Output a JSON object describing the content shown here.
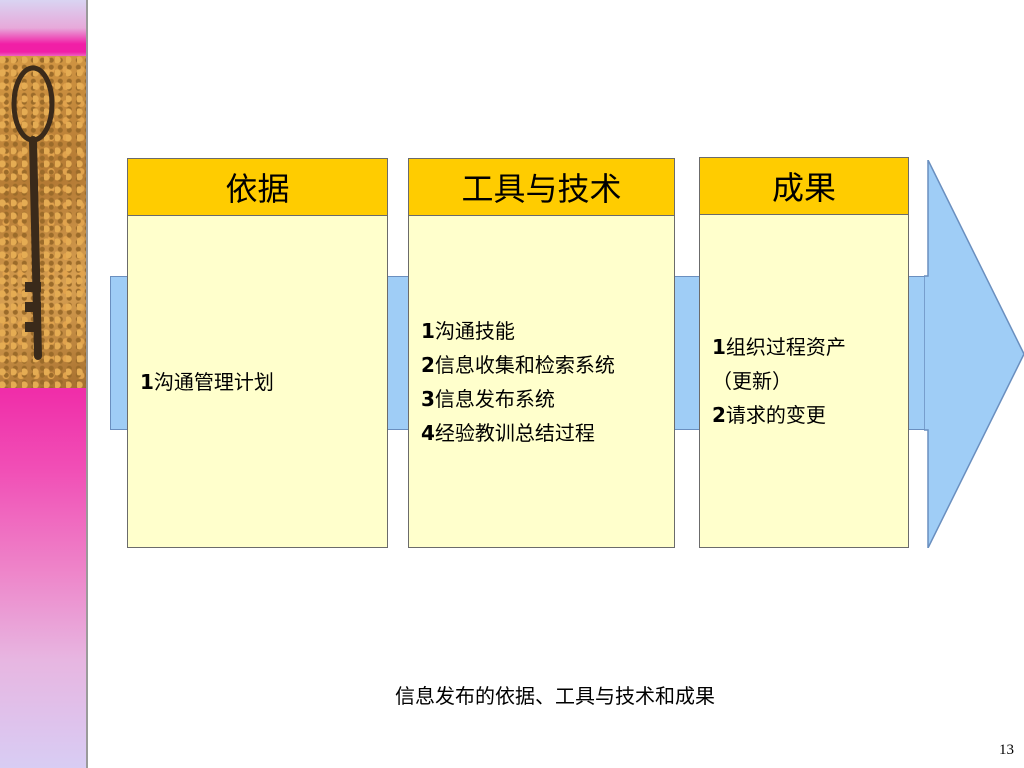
{
  "columns": [
    {
      "title": "依据",
      "items": [
        {
          "num": "1",
          "text": "沟通管理计划"
        }
      ]
    },
    {
      "title": "工具与技术",
      "items": [
        {
          "num": "1",
          "text": "沟通技能"
        },
        {
          "num": "2",
          "text": "信息收集和检索系统"
        },
        {
          "num": "3",
          "text": "信息发布系统"
        },
        {
          "num": "4",
          "text": "经验教训总结过程"
        }
      ]
    },
    {
      "title": "成果",
      "items": [
        {
          "num": "1",
          "text": "组织过程资产"
        },
        {
          "num": "",
          "text": "（更新）"
        },
        {
          "num": "2",
          "text": "请求的变更"
        }
      ]
    }
  ],
  "caption": "信息发布的依据、工具与技术和成果",
  "page_number": "13",
  "colors": {
    "header_fill": "#ffcc00",
    "body_fill": "#ffffcc",
    "arrow_fill": "#9fcdf6"
  },
  "icons": {
    "sidebar_image": "key-icon"
  }
}
